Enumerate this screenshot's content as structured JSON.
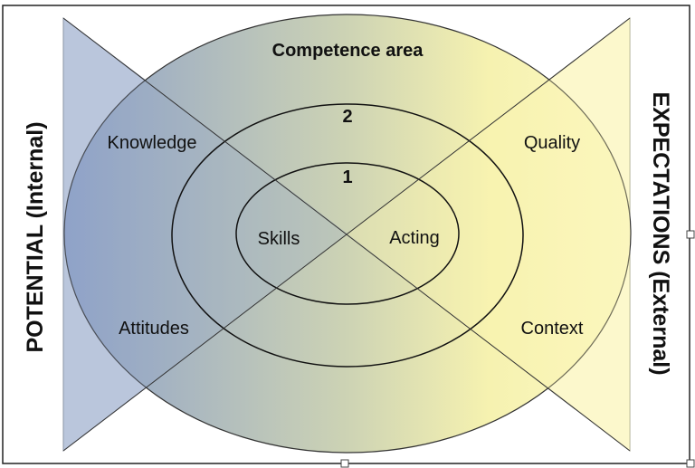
{
  "title": "Competence area",
  "rings": {
    "outer": "2",
    "inner": "1"
  },
  "quadrants": {
    "knowledge": "Knowledge",
    "attitudes": "Attitudes",
    "quality": "Quality",
    "context": "Context",
    "skills": "Skills",
    "acting": "Acting"
  },
  "sides": {
    "left": "POTENTIAL (Internal)",
    "right": "EXPECTATIONS (External)"
  },
  "colors": {
    "internal": "#8fa2c9",
    "external": "#faf6b4",
    "left_triangle": "#c9d2e3",
    "right_triangle": "#fdf9d8"
  }
}
